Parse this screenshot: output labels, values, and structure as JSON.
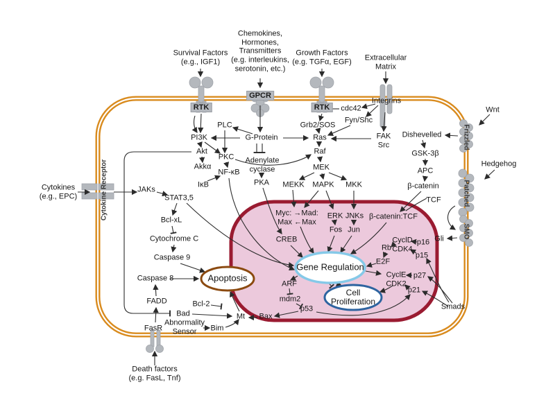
{
  "colors": {
    "membrane_orange": "#D98B1E",
    "nucleus_fill": "#ECC9DC",
    "nucleus_border": "#9A1B31",
    "receptor_gray": "#B4B8BD",
    "arrow": "#2B2B2B",
    "apoptosis_border": "#8B4A10",
    "gene_regulation_border": "#85C9E8",
    "cell_proliferation_border": "#2E64A0"
  },
  "ligands": {
    "survival_factors": "Survival Factors\n(e.g., IGF1)",
    "chemokines": "Chemokines,\nHormones,\nTransmitters\n(e.g. interleukins,\nserotonin, etc.)",
    "growth_factors": "Growth Factors\n(e.g. TGFα, EGF)",
    "extracellular_matrix": "Extracellular\nMatrix",
    "wnt": "Wnt",
    "hedgehog": "Hedgehog",
    "cytokines": "Cytokines\n(e.g., EPC)",
    "death_factors": "Death factors\n(e.g. FasL, Tnf)"
  },
  "receptors": {
    "rtk_left": "RTK",
    "gpcr": "GPCR",
    "rtk_right": "RTK",
    "integrins": "Integrins",
    "frizzled": "Frizzled",
    "patched": "Patched",
    "smo": "SMO",
    "cytokine_receptor": "Cytokine Receptor",
    "fasr": "FasR"
  },
  "nodes": {
    "plc": "PLC",
    "pi3k": "PI3K",
    "gprotein": "G-Protein",
    "grb2sos": "Grb2/SOS",
    "ras": "Ras",
    "cdc42": "cdc42",
    "fynshc": "Fyn/Shc",
    "fak_src": "FAK\nSrc",
    "akt": "Akt",
    "pkc": "PKC",
    "adenylate_cyclase": "Adenylate\ncyclase",
    "raf": "Raf",
    "akka": "Akkα",
    "nfkb": "NF-κB",
    "mek": "MEK",
    "ikb": "IκB",
    "pka": "PKA",
    "mekk": "MEKK",
    "mapk": "MAPK",
    "mkk": "MKK",
    "dishevelled": "Dishevelled",
    "gsk3b": "GSK-3β",
    "apc": "APC",
    "b_catenin": "β-catenin",
    "tcf": "TCF",
    "gli": "Gli",
    "jaks": "JAKs",
    "stat35": "STAT3,5",
    "bclxl": "Bcl-xL",
    "cytochrome_c": "Cytochrome C",
    "caspase9": "Caspase 9",
    "caspase8": "Caspase 8",
    "fadd": "FADD",
    "bcl2": "Bcl-2",
    "bad": "Bad",
    "mt": "Mt",
    "bax": "Bax",
    "bim": "Bim",
    "abnormality_sensor": "Abnormality\nSensor",
    "smads": "Smads",
    "myc_mad_max": "Myc: →Mad:\nMax ←Max",
    "erk": "ERK",
    "jnks": "JNKs",
    "fos": "Fos",
    "jun": "Jun",
    "b_catenin_tcf": "β-catenin:TCF",
    "creb": "CREB",
    "cycld_cdk4": "CyclD\nCDK4",
    "p16": "p16",
    "p15": "p15",
    "rb": "Rb",
    "e2f": "E2F",
    "cycle_cdk2": "CyclE\nCDK2",
    "p27": "p27",
    "p21": "p21",
    "arf": "ARF",
    "mdm2": "mdm2",
    "p53": "p53"
  },
  "ellipses": {
    "apoptosis": "Apoptosis",
    "gene_regulation": "Gene Regulation",
    "cell_proliferation": "Cell\nProliferation"
  }
}
